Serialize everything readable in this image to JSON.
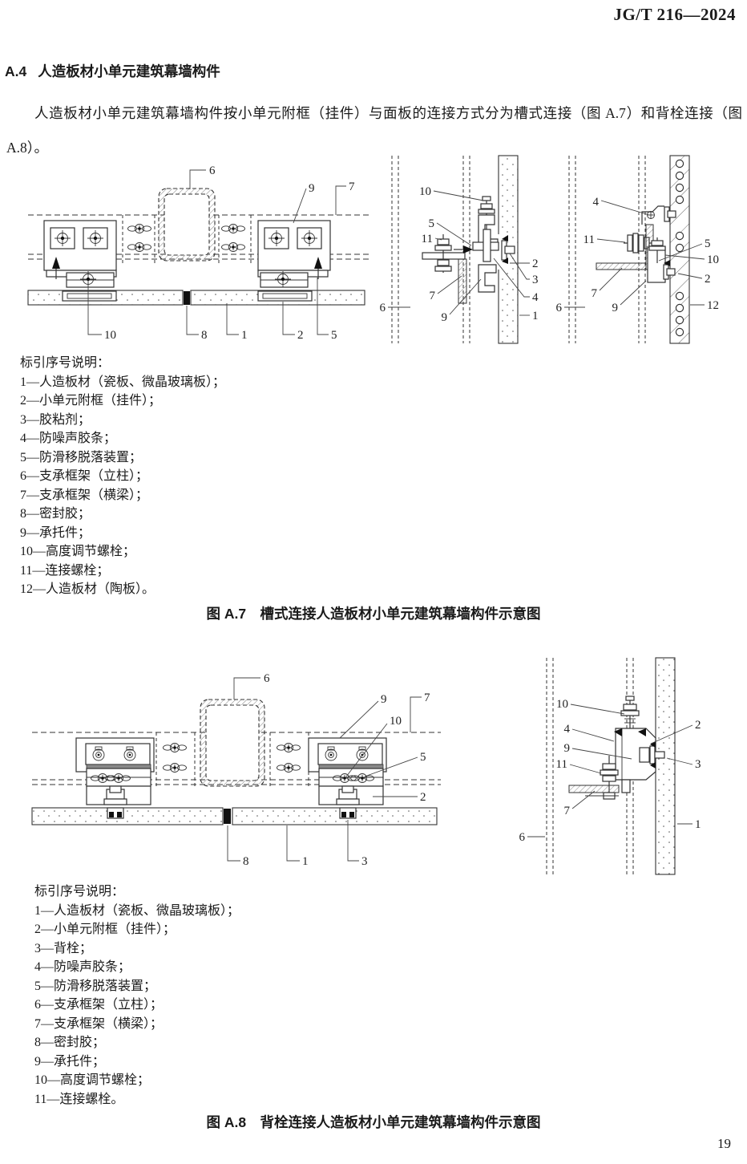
{
  "page": {
    "standard_code": "JG/T 216—2024",
    "page_number": "19"
  },
  "section": {
    "number": "A.4",
    "title": "人造板材小单元建筑幕墙构件"
  },
  "intro": {
    "text": "人造板材小单元建筑幕墙构件按小单元附框（挂件）与面板的连接方式分为槽式连接（图 A.7）和背栓连接（图 A.8）。"
  },
  "figure_a7": {
    "legend_title": "标引序号说明：",
    "legend": [
      "1—人造板材（瓷板、微晶玻璃板）；",
      "2—小单元附框（挂件）；",
      "3—胶粘剂；",
      "4—防噪声胶条；",
      "5—防滑移脱落装置；",
      "6—支承框架（立柱）；",
      "7—支承框架（横梁）；",
      "8—密封胶；",
      "9—承托件；",
      "10—高度调节螺栓；",
      "11—连接螺栓；",
      "12—人造板材（陶板）。"
    ],
    "caption": "图 A.7　槽式连接人造板材小单元建筑幕墙构件示意图",
    "callouts": {
      "main": {
        "n6": "6",
        "n9": "9",
        "n7": "7",
        "n10": "10",
        "n8": "8",
        "n1": "1",
        "n2": "2",
        "n5": "5"
      },
      "mid": {
        "n10": "10",
        "n5": "5",
        "n11": "11",
        "n7": "7",
        "n9": "9",
        "n6": "6",
        "n2": "2",
        "n3": "3",
        "n4": "4",
        "n1": "1"
      },
      "right": {
        "n4": "4",
        "n11": "11",
        "n7": "7",
        "n9": "9",
        "n6": "6",
        "n5": "5",
        "n10": "10",
        "n2": "2",
        "n12": "12"
      }
    }
  },
  "figure_a8": {
    "legend_title": "标引序号说明：",
    "legend": [
      "1—人造板材（瓷板、微晶玻璃板）；",
      "2—小单元附框（挂件）；",
      "3—背栓；",
      "4—防噪声胶条；",
      "5—防滑移脱落装置；",
      "6—支承框架（立柱）；",
      "7—支承框架（横梁）；",
      "8—密封胶；",
      "9—承托件；",
      "10—高度调节螺栓；",
      "11—连接螺栓。"
    ],
    "caption": "图 A.8　背栓连接人造板材小单元建筑幕墙构件示意图",
    "callouts": {
      "main": {
        "n6": "6",
        "n9": "9",
        "n7": "7",
        "n10": "10",
        "n5": "5",
        "n2": "2",
        "n8": "8",
        "n1": "1",
        "n3": "3"
      },
      "detail": {
        "n10": "10",
        "n4": "4",
        "n9": "9",
        "n11": "11",
        "n7": "7",
        "n6": "6",
        "n2": "2",
        "n3": "3",
        "n1": "1"
      }
    }
  }
}
